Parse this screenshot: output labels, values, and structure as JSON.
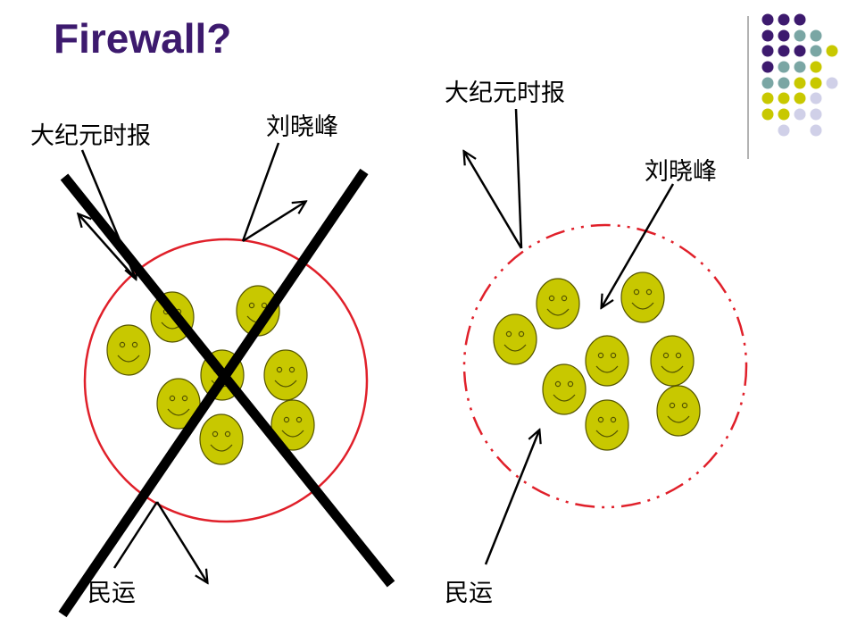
{
  "title": "Firewall?",
  "left_panel": {
    "label_top_left": "大纪元时报",
    "label_top_right": "刘晓峰",
    "label_bottom": "民运",
    "boundary_color": "#e0202a",
    "boundary_style": "solid",
    "crossed_out": true
  },
  "right_panel": {
    "label_top": "大纪元时报",
    "label_right": "刘晓峰",
    "label_bottom": "民运",
    "boundary_color": "#e0202a",
    "boundary_style": "dash-dot"
  },
  "colors": {
    "title": "#3d1a6e",
    "smiley_fill": "#c8c800",
    "smiley_stroke": "#555500",
    "cross": "#000000",
    "dot_purple": "#3d1a6e",
    "dot_teal": "#7aa6a4",
    "dot_olive": "#c8c800",
    "dot_lavender": "#d0d0e8"
  }
}
